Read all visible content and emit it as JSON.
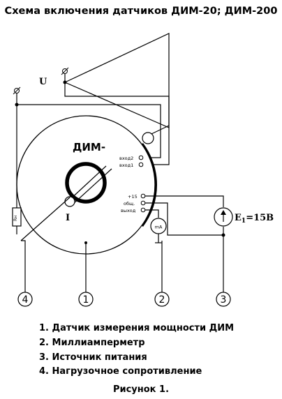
{
  "title": "Схема включения датчиков ДИМ-20; ДИМ-200",
  "device": {
    "name": "ДИМ-",
    "terminals_top": [
      "вход2",
      "вход1"
    ],
    "terminals_bottom": [
      "+15",
      "общ.",
      "выход"
    ]
  },
  "labels": {
    "voltage": "U",
    "current": "I",
    "meter": "mA",
    "resistor": "Rн",
    "source": "E",
    "source_sub": "1",
    "source_value": "=15В"
  },
  "callouts": [
    "4",
    "1",
    "2",
    "3"
  ],
  "legend": [
    "1. Датчик измерения мощности ДИМ",
    "2. Миллиамперметр",
    "3. Источник питания",
    "4. Нагрузочное сопротивление"
  ],
  "caption": "Рисунок 1."
}
